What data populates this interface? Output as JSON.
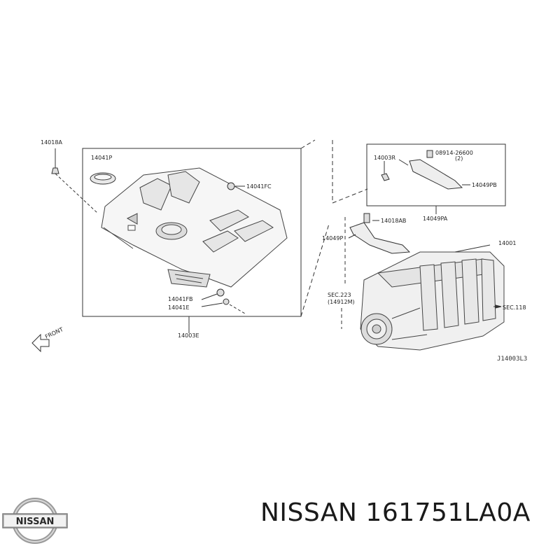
{
  "labels": {
    "p14018A": "14018A",
    "p14041P": "14041P",
    "p14041FC": "14041FC",
    "p14041FB": "14041FB",
    "p14041E": "14041E",
    "p14003E": "14003E",
    "p14003R": "14003R",
    "p08914": "08914-26600",
    "p08914qty": "(2)",
    "p14049PB": "14049PB",
    "p14049PA": "14049PA",
    "p14018AB": "14018AB",
    "p14049P": "14049P",
    "p14001": "14001",
    "sec223": "SEC.223",
    "sec223sub": "(14912M)",
    "sec118": "SEC.118",
    "front": "FRONT",
    "diagram_code": "J14003L3"
  },
  "logo": {
    "text": "NISSAN"
  },
  "caption": "NISSAN 161751LA0A"
}
